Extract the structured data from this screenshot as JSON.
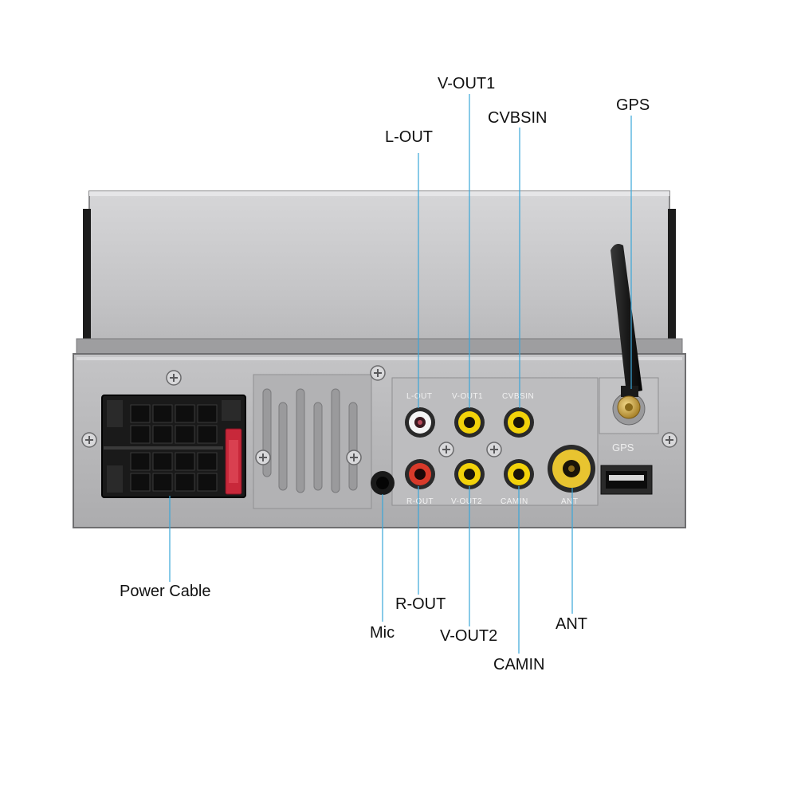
{
  "callouts": {
    "v_out1": "V-OUT1",
    "cvbsin": "CVBSIN",
    "gps": "GPS",
    "l_out": "L-OUT",
    "power_cable": "Power Cable",
    "r_out": "R-OUT",
    "mic": "Mic",
    "v_out2": "V-OUT2",
    "ant": "ANT",
    "camin": "CAMIN"
  },
  "panel_labels": {
    "l_out": "L-OUT",
    "v_out1": "V-OUT1",
    "cvbsin": "CVBSIN",
    "r_out": "R-OUT",
    "v_out2": "V-OUT2",
    "camin": "CAMIN",
    "ant": "ANT",
    "gps": "GPS"
  },
  "colors": {
    "leader_line": "#3aa6d8",
    "rca_white": "#f4f4f4",
    "rca_red": "#d83a2a",
    "rca_yellow": "#f2d20a",
    "fuse_red": "#c8283a",
    "panel_grey": "#b9b9bb"
  }
}
